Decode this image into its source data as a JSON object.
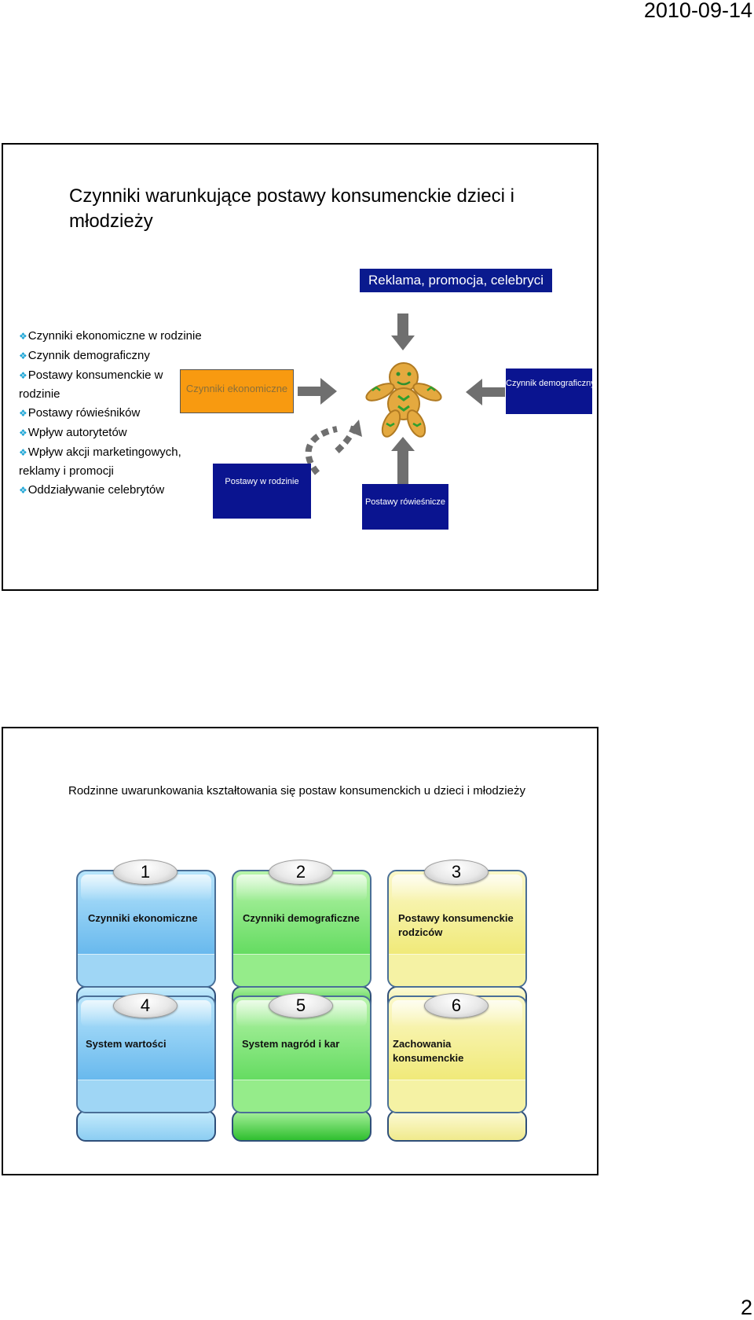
{
  "header": {
    "date": "2010-09-14"
  },
  "footer": {
    "page_number": "2"
  },
  "slide1": {
    "title": "Czynniki warunkujące postawy konsumenckie dzieci i młodzieży",
    "banner": "Reklama, promocja, celebryci",
    "bullets": [
      "Czynniki ekonomiczne w rodzinie",
      "Czynnik demograficzny",
      "Postawy konsumenckie w rodzinie",
      "Postawy rówieśników",
      "Wpływ autorytetów",
      "Wpływ akcji marketingowych, reklamy i promocji",
      "Oddziaływanie celebrytów"
    ],
    "boxes": {
      "economic": "Czynniki ekonomiczne",
      "family": "Postawy w rodzinie",
      "demographic": "Czynnik demograficzny",
      "peers": "Postawy rówieśnicze"
    },
    "center_image": "gingerbread-figure",
    "colors": {
      "navy": "#0a1490",
      "orange": "#f89a10",
      "bullet": "#1fa6d6"
    }
  },
  "slide2": {
    "title": "Rodzinne uwarunkowania kształtowania się postaw konsumenckich u dzieci i młodzieży",
    "cards": [
      {
        "number": "1",
        "label": "Czynniki ekonomiczne",
        "color": "blue"
      },
      {
        "number": "2",
        "label": "Czynniki demograficzne",
        "color": "green"
      },
      {
        "number": "3",
        "label": "Postawy konsumenckie rodziców",
        "color": "yellow"
      },
      {
        "number": "4",
        "label": "System wartości",
        "color": "blue"
      },
      {
        "number": "5",
        "label": "System nagród i kar",
        "color": "green"
      },
      {
        "number": "6",
        "label": "Zachowania konsumenckie",
        "color": "yellow"
      }
    ]
  }
}
